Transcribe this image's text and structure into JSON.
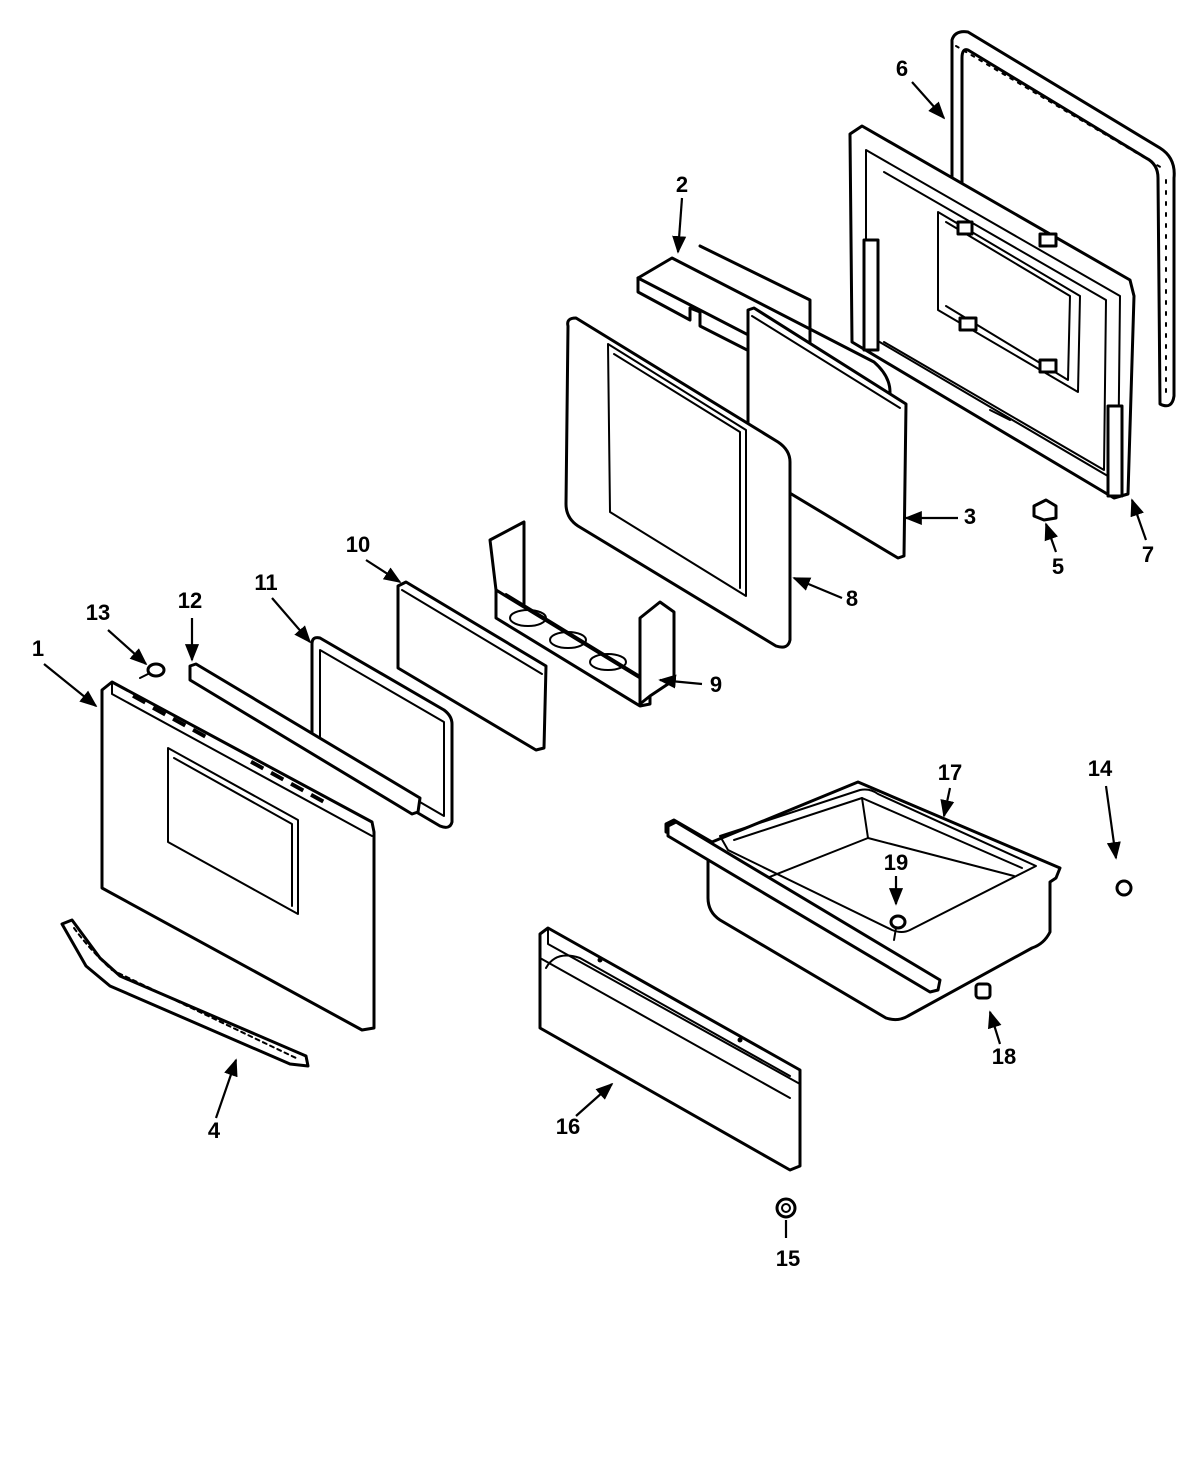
{
  "diagram": {
    "callouts": [
      {
        "label": "1"
      },
      {
        "label": "2"
      },
      {
        "label": "3"
      },
      {
        "label": "4"
      },
      {
        "label": "5"
      },
      {
        "label": "6"
      },
      {
        "label": "7"
      },
      {
        "label": "8"
      },
      {
        "label": "9"
      },
      {
        "label": "10"
      },
      {
        "label": "11"
      },
      {
        "label": "12"
      },
      {
        "label": "13"
      },
      {
        "label": "14"
      },
      {
        "label": "15"
      },
      {
        "label": "16"
      },
      {
        "label": "17"
      },
      {
        "label": "18"
      },
      {
        "label": "19"
      }
    ],
    "colors": {
      "line": "#000000",
      "background": "#ffffff"
    }
  }
}
